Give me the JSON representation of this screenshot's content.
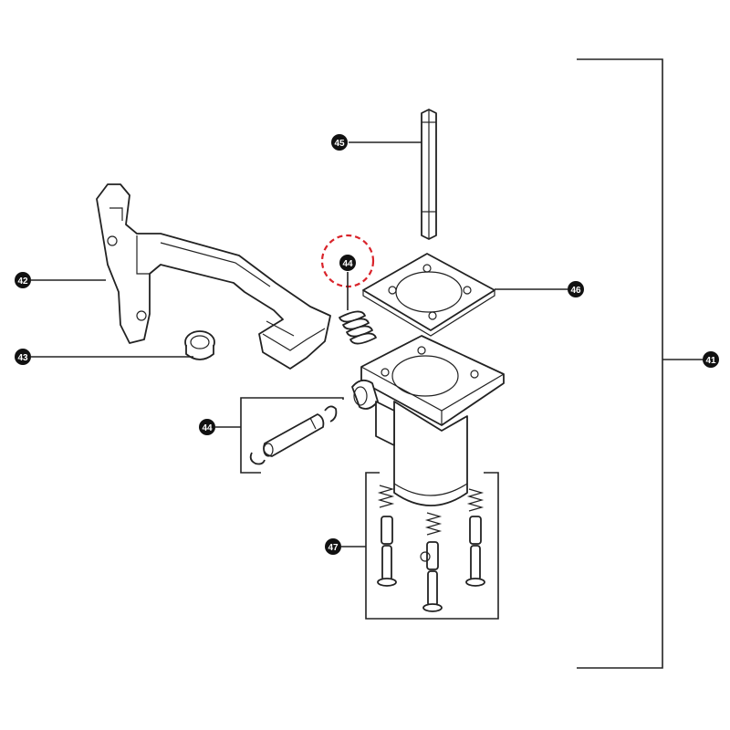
{
  "diagram": {
    "colors": {
      "line": "#222222",
      "badge_fill": "#111111",
      "badge_text": "#ffffff",
      "highlight": "#d9232a"
    },
    "callouts": [
      {
        "id": "c41",
        "label": "41"
      },
      {
        "id": "c42",
        "label": "42"
      },
      {
        "id": "c43",
        "label": "43"
      },
      {
        "id": "c44a",
        "label": "44"
      },
      {
        "id": "c44b",
        "label": "44"
      },
      {
        "id": "c45",
        "label": "45"
      },
      {
        "id": "c46",
        "label": "46"
      },
      {
        "id": "c47",
        "label": "47"
      }
    ]
  }
}
